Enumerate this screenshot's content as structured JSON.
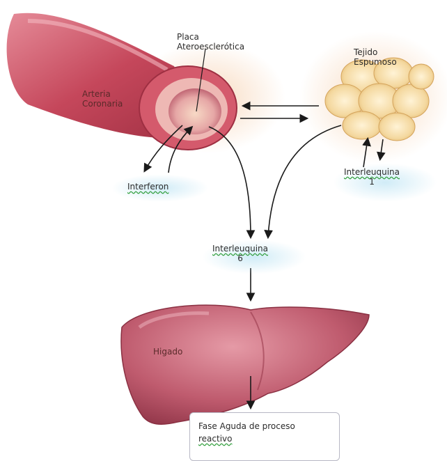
{
  "labels": {
    "placa_line1": "Placa",
    "placa_line2": "Ateroesclerótica",
    "arteria_line1": "Arteria",
    "arteria_line2": "Coronaria",
    "tejido_line1": "Tejido",
    "tejido_line2": "Espumoso",
    "interferon": "Interferon",
    "il1_line1": "Interleuquina",
    "il1_line2": "1",
    "il6_line1": "Interleuquina",
    "il6_line2": "6",
    "higado": "Higado",
    "fase_line1": "Fase Aguda de proceso",
    "fase_line2": "reactivo"
  },
  "colors": {
    "artery": "#c94a5c",
    "artery_inner": "#e8a0a8",
    "liver": "#b9576a",
    "foam": "#f1d79a",
    "arrow": "#1a1a1a"
  }
}
